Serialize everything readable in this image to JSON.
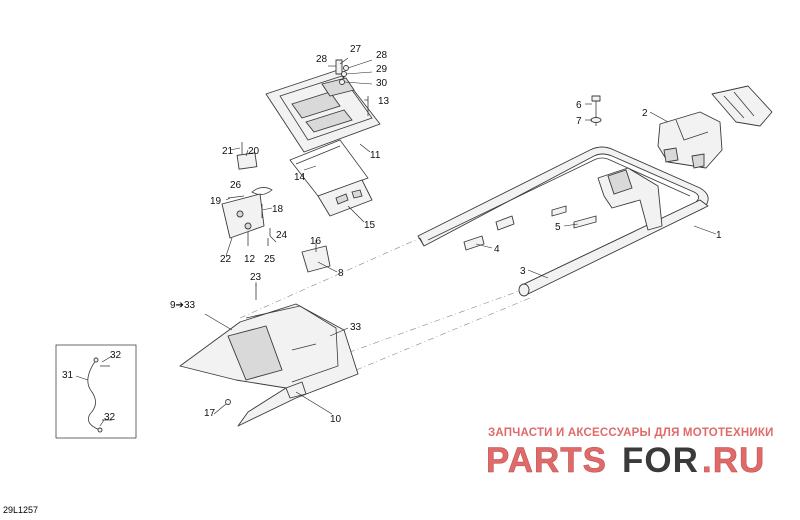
{
  "figure_ref": "29L1257",
  "callouts": {
    "c1": "1",
    "c2": "2",
    "c3": "3",
    "c4": "4",
    "c5": "5",
    "c6": "6",
    "c7": "7",
    "c8": "8",
    "c9": "9➔33",
    "c10": "10",
    "c11": "11",
    "c12": "12",
    "c13": "13",
    "c14": "14",
    "c15": "15",
    "c16": "16",
    "c17": "17",
    "c18": "18",
    "c19": "19",
    "c20": "20",
    "c21": "21",
    "c22": "22",
    "c23": "23",
    "c24": "24",
    "c25": "25",
    "c26": "26",
    "c27": "27",
    "c28a": "28",
    "c28b": "28",
    "c29": "29",
    "c30": "30",
    "c31": "31",
    "c32a": "32",
    "c32b": "32",
    "c33": "33"
  },
  "watermark": {
    "tagline": "ЗАПЧАСТИ И АКСЕССУАРЫ ДЛЯ МОТОТЕХНИКИ",
    "logo": "PARTSFOR.RU"
  },
  "colors": {
    "line": "#3a3a3a",
    "watermark": "#e06a6a",
    "watermark_dark": "#3a3a3a"
  }
}
